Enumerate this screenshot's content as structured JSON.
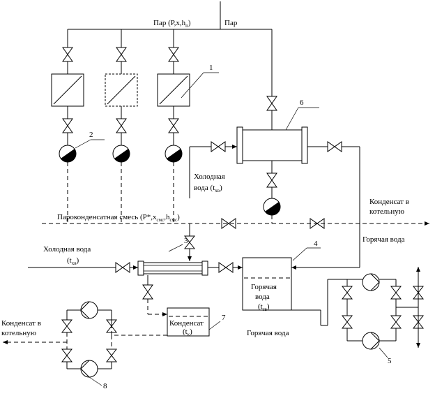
{
  "labels": {
    "steam_main_a": "Пар (P,x,h",
    "steam_main_a_sub": "п",
    "steam_main_b": ")",
    "steam_right": "Пар",
    "cold_water_1_line1": "Холодная",
    "cold_water_1_line2": "вода (t",
    "cold_water_1_sub": "хв",
    "cold_water_1_end": ")",
    "mixture_a": "Пароконденсатная смесь (P*,x",
    "mixture_sub1": "смс",
    "mixture_b": ",h",
    "mixture_sub2": "смс",
    "mixture_c": ")",
    "condensate_to_boiler_right_line1": "Конденсат в",
    "condensate_to_boiler_right_line2": "котельную",
    "hot_water_right": "Горячая вода",
    "cold_water_2_line1": "Холодная вода",
    "cold_water_2_line2": "(t",
    "cold_water_2_sub": "хв",
    "cold_water_2_end": ")",
    "tank_line1": "Горячая",
    "tank_line2": "вода",
    "tank_line3": "(t",
    "tank_sub": "гв",
    "tank_end": ")",
    "hot_water_bottom": "Горячая вода",
    "condensate_tank_line1": "Конденсат",
    "condensate_tank_line2": "(t",
    "condensate_tank_sub": "к",
    "condensate_tank_end": ")",
    "condensate_to_boiler_left_line1": "Конденсат в",
    "condensate_to_boiler_left_line2": "котельную"
  },
  "callouts": [
    "1",
    "2",
    "3",
    "4",
    "5",
    "6",
    "7",
    "8"
  ]
}
